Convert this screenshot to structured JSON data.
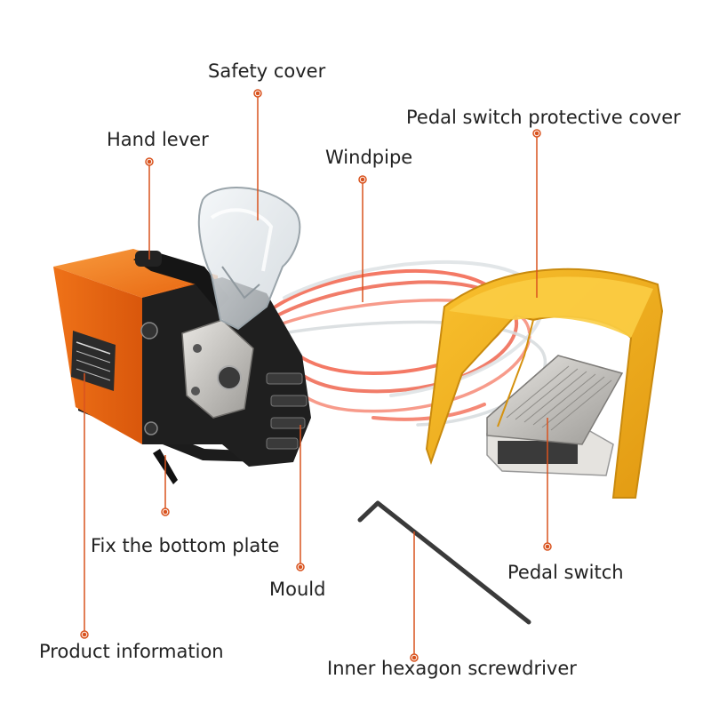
{
  "callouts": {
    "safety_cover": "Safety cover",
    "pedal_cover": "Pedal switch protective cover",
    "hand_lever": "Hand lever",
    "windpipe": "Windpipe",
    "bottom_plate": "Fix the bottom plate",
    "mould": "Mould",
    "pedal_switch": "Pedal switch",
    "product_info": "Product information",
    "screwdriver": "Inner hexagon screwdriver"
  },
  "colors": {
    "callout_line": "#d9531e",
    "machine_body": "#f07a1a",
    "pedal_cover": "#f3b21f",
    "hose": "#f2624a"
  }
}
